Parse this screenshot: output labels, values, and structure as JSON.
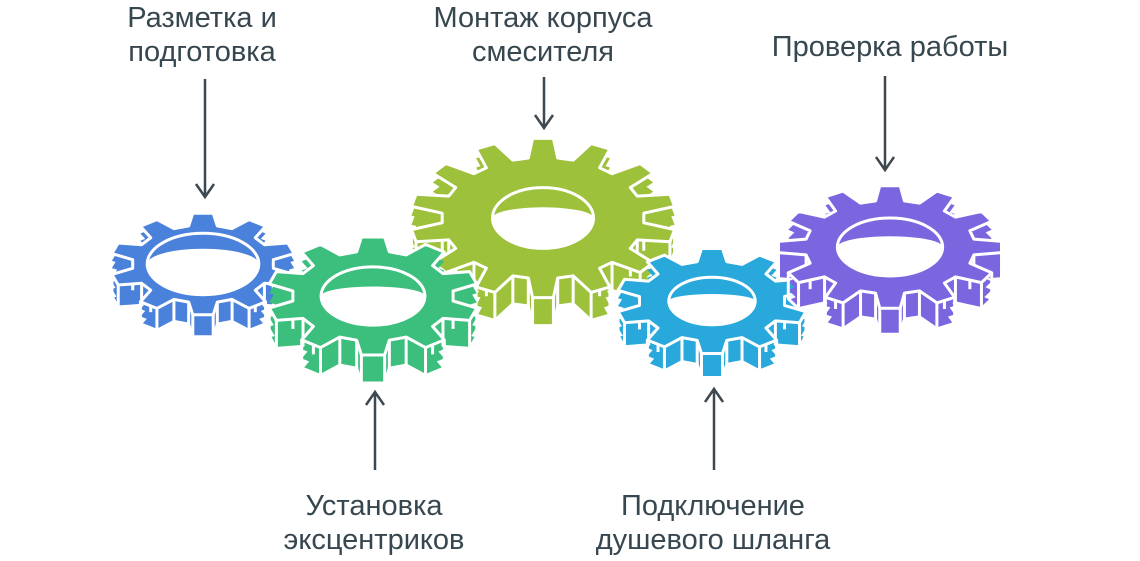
{
  "diagram": {
    "type": "gear-process-flow",
    "background_color": "#ffffff",
    "text_color": "#37474F",
    "arrow_color": "#3E4850",
    "gear_outline_color": "#ffffff"
  },
  "steps": [
    {
      "label": "Разметка и\nподготовка",
      "gear": "blue-gear",
      "gear_color": "#4A81DB",
      "arrow": "down"
    },
    {
      "label": "Установка\nэксцентриков",
      "gear": "green-gear",
      "gear_color": "#3CBE7D",
      "arrow": "up"
    },
    {
      "label": "Монтаж корпуса\nсмесителя",
      "gear": "olive-gear",
      "gear_color": "#9DC13B",
      "arrow": "down"
    },
    {
      "label": "Подключение\nдушевого шланга",
      "gear": "cyan-gear",
      "gear_color": "#29A8DB",
      "arrow": "up"
    },
    {
      "label": "Проверка работы",
      "gear": "purple-gear",
      "gear_color": "#7C66DF",
      "arrow": "down"
    }
  ]
}
